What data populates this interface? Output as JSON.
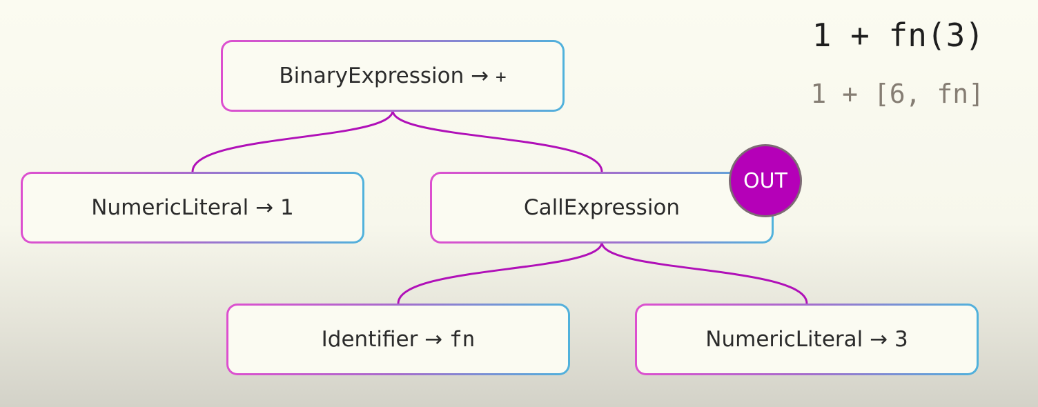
{
  "tree": {
    "root": {
      "name": "BinaryExpression",
      "arrow": "→",
      "value": "+"
    },
    "left": {
      "name": "NumericLiteral",
      "arrow": "→",
      "value": "1"
    },
    "right": {
      "name": "CallExpression"
    },
    "callee": {
      "name": "Identifier",
      "arrow": "→",
      "value": "fn"
    },
    "argument": {
      "name": "NumericLiteral",
      "arrow": "→",
      "value": "3"
    }
  },
  "badge": {
    "label": "OUT"
  },
  "code": {
    "source": "1 + fn(3)",
    "result": "1 + [6, fn]"
  },
  "colors": {
    "edge": "#b010b8",
    "badge": "#b500b8",
    "border_start": "#dd4fcf",
    "border_end": "#4fb2dc"
  }
}
